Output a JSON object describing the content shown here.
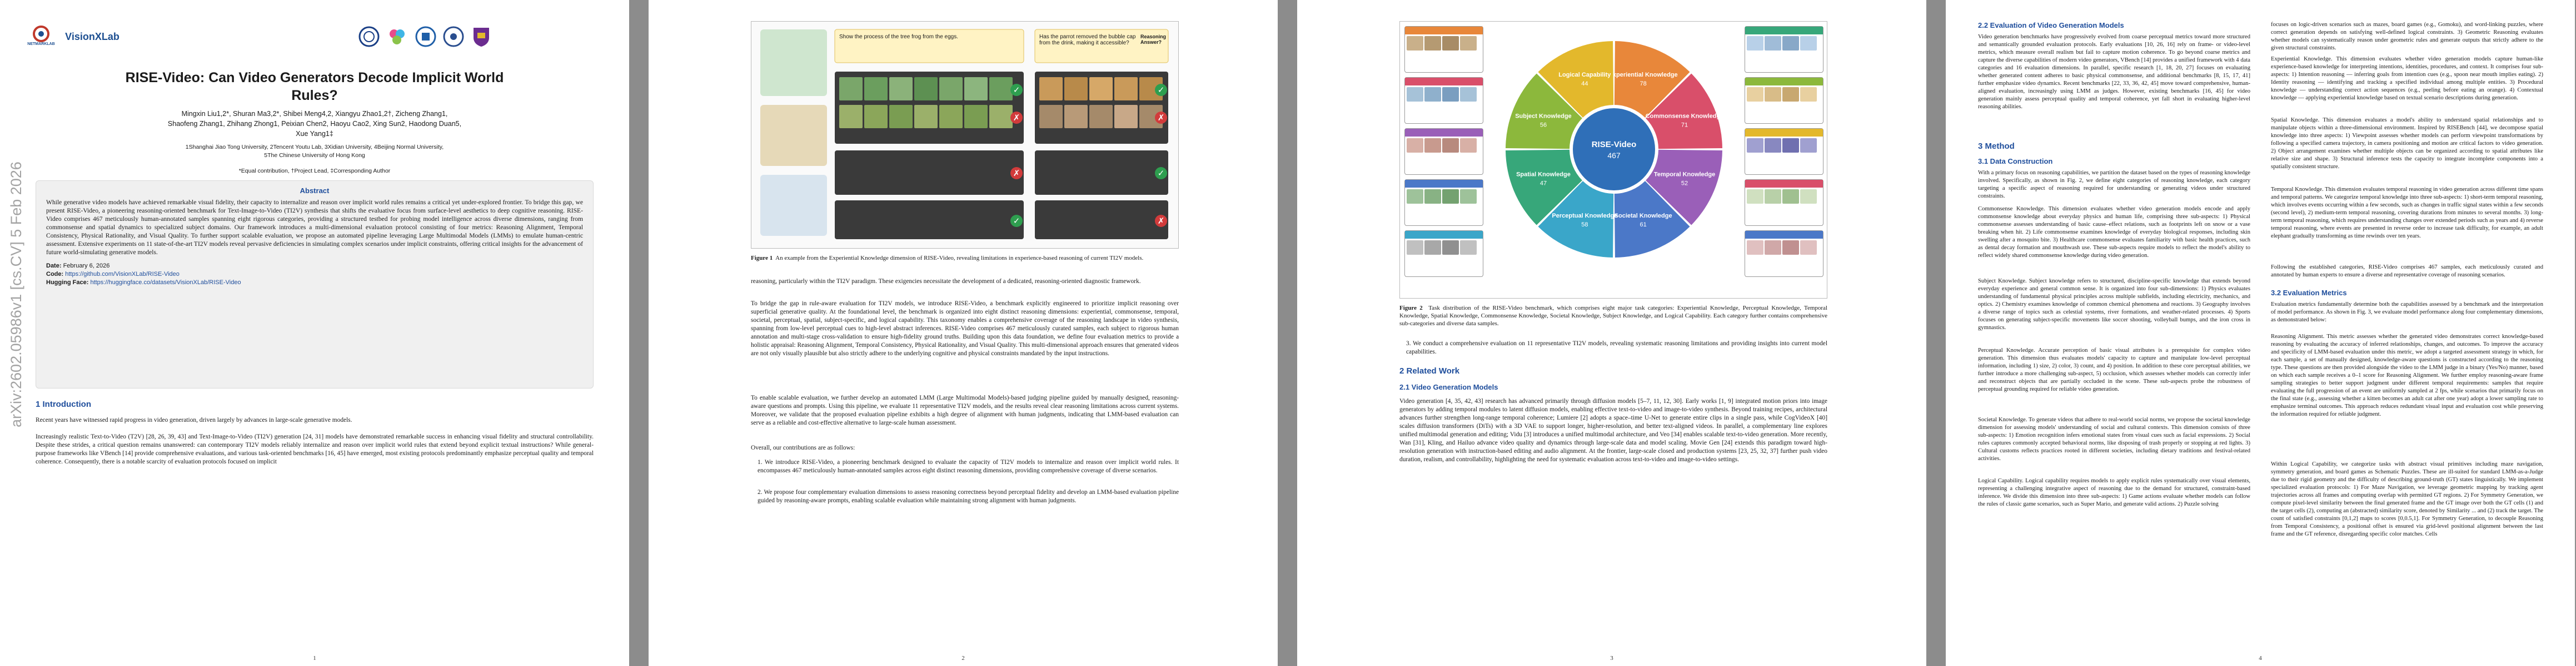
{
  "arxiv_id": "arXiv:2602.05986v1  [cs.CV]  5 Feb 2026",
  "logos": {
    "left1": "NETMARKLAB",
    "left2": "VisionXLab"
  },
  "paper": {
    "title_line1": "RISE-Video:  Can Video Generators Decode Implicit World",
    "title_line2": "Rules?",
    "authors_line1": "Mingxin Liu1,2*, Shuran Ma3,2*, Shibei Meng4,2, Xiangyu Zhao1,2†, Zicheng Zhang1,",
    "authors_line2": "Shaofeng Zhang1, Zhihang Zhong1, Peixian Chen2, Haoyu Cao2, Xing Sun2, Haodong Duan5,",
    "authors_line3": "Xue Yang1‡",
    "affil_line1": "1Shanghai Jiao Tong University, 2Tencent Youtu Lab, 3Xidian University, 4Beijing Normal University,",
    "affil_line2": "5The Chinese University of Hong Kong",
    "notes": "*Equal contribution, †Project Lead, ‡Corresponding Author"
  },
  "abstract": {
    "heading": "Abstract",
    "body": "While generative video models have achieved remarkable visual fidelity, their capacity to internalize and reason over implicit world rules remains a critical yet under-explored frontier. To bridge this gap, we present RISE-Video, a pioneering reasoning-oriented benchmark for Text-Image-to-Video (TI2V) synthesis that shifts the evaluative focus from surface-level aesthetics to deep cognitive reasoning. RISE-Video comprises 467 meticulously human-annotated samples spanning eight rigorous categories, providing a structured testbed for probing model intelligence across diverse dimensions, ranging from commonsense and spatial dynamics to specialized subject domains. Our framework introduces a multi-dimensional evaluation protocol consisting of four metrics: Reasoning Alignment, Temporal Consistency, Physical Rationality, and Visual Quality. To further support scalable evaluation, we propose an automated pipeline leveraging Large Multimodal Models (LMMs) to emulate human-centric assessment. Extensive experiments on 11 state-of-the-art TI2V models reveal pervasive deficiencies in simulating complex scenarios under implicit constraints, offering critical insights for the advancement of future world-simulating generative models.",
    "date_label": "Date:",
    "date": "February 6, 2026",
    "code_label": "Code:",
    "code": "https://github.com/VisionXLab/RISE-Video",
    "hf_label": "Hugging Face:",
    "hf": "https://huggingface.co/datasets/VisionXLab/RISE-Video"
  },
  "page1": {
    "intro_heading": "1   Introduction",
    "intro_p1": "Recent years have witnessed rapid progress in video generation, driven largely by advances in large-scale generative models.",
    "intro_p2": "Increasingly realistic Text-to-Video (T2V) [28, 26, 39, 43] and Text-Image-to-Video (TI2V) generation [24, 31] models have demonstrated remarkable success in enhancing visual fidelity and structural controllability. Despite these strides, a critical question remains unanswered: can contemporary TI2V models reliably internalize and reason over implicit world rules that extend beyond explicit textual instructions? While general-purpose frameworks like VBench [14] provide comprehensive evaluations, and various task-oriented benchmarks [16, 45] have emerged, most existing protocols predominantly emphasize perceptual quality and temporal coherence. Consequently, there is a notable scarcity of evaluation protocols focused on implicit",
    "page_number": "1"
  },
  "page2": {
    "fig1_caption_label": "Figure 1",
    "fig1_caption": "An example from the Experiential Knowledge dimension of RISE-Video, revealing limitations in experience-based reasoning of current TI2V models.",
    "fig1_instr_a": "Show the process of the tree frog from the eggs.",
    "fig1_instr_b": "Has the parrot removed the bubble cap from the drink, making it accessible?",
    "fig1_instr_c": "Reasoning Answer?",
    "p1": "reasoning, particularly within the TI2V paradigm. These exigencies necessitate the development of a dedicated, reasoning-oriented diagnostic framework.",
    "p2": "To bridge the gap in rule-aware evaluation for TI2V models, we introduce RISE-Video, a benchmark explicitly engineered to prioritize implicit reasoning over superficial generative quality. At the foundational level, the benchmark is organized into eight distinct reasoning dimensions: experiential, commonsense, temporal, societal, perceptual, spatial, subject-specific, and logical capability. This taxonomy enables a comprehensive coverage of the reasoning landscape in video synthesis, spanning from low-level perceptual cues to high-level abstract inferences. RISE-Video comprises 467 meticulously curated samples, each subject to rigorous human annotation and multi-stage cross-validation to ensure high-fidelity ground truths. Building upon this data foundation, we define four evaluation metrics to provide a holistic appraisal: Reasoning Alignment, Temporal Consistency, Physical Rationality, and Visual Quality. This multi-dimensional approach ensures that generated videos are not only visually plausible but also strictly adhere to the underlying cognitive and physical constraints mandated by the input instructions.",
    "p3": "To enable scalable evaluation, we further develop an automated LMM (Large Multimodal Models)-based judging pipeline guided by manually designed, reasoning-aware questions and prompts. Using this pipeline, we evaluate 11 representative TI2V models, and the results reveal clear reasoning limitations across current systems. Moreover, we validate that the proposed evaluation pipeline exhibits a high degree of alignment with human judgments, indicating that LMM-based evaluation can serve as a reliable and cost-effective alternative to large-scale human assessment.",
    "p4": "Overall, our contributions are as follows:",
    "b1": "1.  We introduce RISE-Video, a pioneering benchmark designed to evaluate the capacity of TI2V models to internalize and reason over implicit world rules. It encompasses 467 meticulously human-annotated samples across eight distinct reasoning dimensions, providing comprehensive coverage of diverse scenarios.",
    "b2": "2.  We propose four complementary evaluation dimensions to assess reasoning correctness beyond perceptual fidelity and develop an LMM-based evaluation pipeline guided by reasoning-aware prompts, enabling scalable evaluation while maintaining strong alignment with human judgments.",
    "page_number": "2"
  },
  "page3": {
    "fig2_center_title": "RISE-Video",
    "fig2_center_count": "467",
    "wheel": [
      {
        "name": "Experiential Knowledge",
        "count": "78",
        "color": "#e8873a"
      },
      {
        "name": "Commonsense Knowledge",
        "count": "71",
        "color": "#d94f6a"
      },
      {
        "name": "Temporal Knowledge",
        "count": "52",
        "color": "#9a5fb8"
      },
      {
        "name": "Societal Knowledge",
        "count": "61",
        "color": "#4b78c8"
      },
      {
        "name": "Perceptual Knowledge",
        "count": "58",
        "color": "#3aa6c9"
      },
      {
        "name": "Spatial Knowledge",
        "count": "47",
        "color": "#37a77a"
      },
      {
        "name": "Subject Knowledge",
        "count": "56",
        "color": "#8cb83c"
      },
      {
        "name": "Logical Capability",
        "count": "44",
        "color": "#e3b82c"
      }
    ],
    "fig2_caption_label": "Figure 2",
    "fig2_caption": "Task distribution of the RISE-Video benchmark, which comprises eight major task categories: Experiential Knowledge, Perceptual Knowledge, Temporal Knowledge, Spatial Knowledge, Commonsense Knowledge, Societal Knowledge, Subject Knowledge, and Logical Capability. Each category further contains comprehensive sub-categories and diverse data samples.",
    "b3": "3.  We conduct a comprehensive evaluation on 11 representative TI2V models, revealing systematic reasoning limitations and providing insights into current model capabilities.",
    "related_heading": "2   Related Work",
    "sub21": "2.1   Video Generation Models",
    "rw_p1": "Video generation [4, 35, 42, 43] research has advanced primarily through diffusion models [5–7, 11, 12, 30]. Early works [1, 9] integrated motion priors into image generators by adding temporal modules to latent diffusion models, enabling effective text-to-video and image-to-video synthesis. Beyond training recipes, architectural advances further strengthen long-range temporal coherence; Lumiere [2] adopts a space–time U-Net to generate entire clips in a single pass, while CogVideoX [40] scales diffusion transformers (DiTs) with a 3D VAE to support longer, higher-resolution, and better text-aligned videos. In parallel, a complementary line explores unified multimodal generation and editing; Vidu [3] introduces a unified multimodal architecture, and Veo [34] enables scalable text-to-video generation. More recently, Wan [31], Kling, and Hailuo advance video quality and dynamics through large-scale data and model scaling. Movie Gen [24] extends this paradigm toward high-resolution generation with instruction-based editing and audio alignment. At the frontier, large-scale closed and production systems [23, 25, 32, 37] further push video duration, realism, and controllability, highlighting the need for systematic evaluation across text-to-video and image-to-video settings.",
    "page_number": "3"
  },
  "page4": {
    "sub22": "2.2   Evaluation of Video Generation Models",
    "c1_p1": "Video generation benchmarks have progressively evolved from coarse perceptual metrics toward more structured and semantically grounded evaluation protocols. Early evaluations [10, 26, 16] rely on frame- or video-level metrics, which measure overall realism but fail to capture motion coherence. To go beyond coarse metrics and capture the diverse capabilities of modern video generators, VBench [14] provides a unified framework with 4 data categories and 16 evaluation dimensions. In parallel, specific research [1, 18, 20, 27] focuses on evaluating whether generated content adheres to basic physical commonsense, and additional benchmarks [8, 15, 17, 41] further emphasize video dynamics. Recent benchmarks [22, 33, 36, 42, 45] move toward comprehensive, human-aligned evaluation, increasingly using LMM as judges. However, existing benchmarks [16, 45] for video generation mainly assess perceptual quality and temporal coherence, yet fall short in evaluating higher-level reasoning abilities.",
    "method_heading": "3   Method",
    "sub31": "3.1   Data Construction",
    "c1_p2": "With a primary focus on reasoning capabilities, we partition the dataset based on the types of reasoning knowledge involved. Specifically, as shown in Fig. 2, we define eight categories of reasoning knowledge, each category targeting a specific aspect of reasoning required for understanding or generating videos under structured constraints.",
    "c1_p3": "Commonsense Knowledge. This dimension evaluates whether video generation models encode and apply commonsense knowledge about everyday physics and human life, comprising three sub-aspects: 1) Physical commonsense assesses understanding of basic cause–effect relations, such as footprints left on snow or a vase breaking when hit. 2) Life commonsense examines knowledge of everyday biological responses, including skin swelling after a mosquito bite. 3) Healthcare commonsense evaluates familiarity with basic health practices, such as dental decay formation and mouthwash use. These sub-aspects require models to reflect the model's ability to reflect widely shared commonsense knowledge during video generation.",
    "c1_p4": "Subject Knowledge. Subject knowledge refers to structured, discipline-specific knowledge that extends beyond everyday experience and general common sense. It is organized into four sub-dimensions: 1) Physics evaluates understanding of fundamental physical principles across multiple subfields, including electricity, mechanics, and optics. 2) Chemistry examines knowledge of common chemical phenomena and reactions. 3) Geography involves a diverse range of topics such as celestial systems, river formations, and weather-related processes. 4) Sports focuses on generating subject-specific movements like soccer shooting, volleyball bumps, and the iron cross in gymnastics.",
    "c1_p5": "Perceptual Knowledge. Accurate perception of basic visual attributes is a prerequisite for complex video generation. This dimension thus evaluates models' capacity to capture and manipulate low-level perceptual information, including 1) size, 2) color, 3) count, and 4) position. In addition to these core perceptual abilities, we further introduce a more challenging sub-aspect, 5) occlusion, which assesses whether models can correctly infer and reconstruct objects that are partially occluded in the scene. These sub-aspects probe the robustness of perceptual grounding required for reliable video generation.",
    "c1_p6": "Societal Knowledge. To generate videos that adhere to real-world social norms, we propose the societal knowledge dimension for assessing models' understanding of social and cultural contexts. This dimension consists of three sub-aspects: 1) Emotion recognition infers emotional states from visual cues such as facial expressions. 2) Social rules captures commonly accepted behavioral norms, like disposing of trash properly or stopping at red lights. 3) Cultural customs reflects practices rooted in different societies, including dietary traditions and festival-related activities.",
    "c1_p7": "Logical Capability. Logical capability requires models to apply explicit rules systematically over visual elements, representing a challenging integrative aspect of reasoning due to the demand for structured, constraint-based inference. We divide this dimension into three sub-aspects: 1) Game actions evaluate whether models can follow the rules of classic game scenarios, such as Super Mario, and generate valid actions. 2) Puzzle solving",
    "c2_p1": "focuses on logic-driven scenarios such as mazes, board games (e.g., Gomoku), and word-linking puzzles, where correct generation depends on satisfying well-defined logical constraints. 3) Geometric Reasoning evaluates whether models can systematically reason under geometric rules and generate outputs that strictly adhere to the given structural constraints.",
    "c2_p2": "Experiential Knowledge. This dimension evaluates whether video generation models capture human-like experience-based knowledge for interpreting intentions, identities, procedures, and context. It comprises four sub-aspects: 1) Intention reasoning — inferring goals from intention cues (e.g., spoon near mouth implies eating). 2) Identity reasoning — identifying and tracking a specified individual among multiple entities. 3) Procedural knowledge — understanding correct action sequences (e.g., peeling before eating an orange). 4) Contextual knowledge — applying experiential knowledge based on textual scenario descriptions during generation.",
    "c2_p3": "Spatial Knowledge. This dimension evaluates a model's ability to understand spatial relationships and to manipulate objects within a three-dimensional environment. Inspired by RISEBench [44], we decompose spatial knowledge into three aspects: 1) Viewpoint assesses whether models can perform viewpoint transformations by following a specified camera trajectory, in camera positioning and motion are critical factors to video generation. 2) Object arrangement examines whether multiple objects can be organized according to spatial attributes like relative size and shape. 3) Structural inference tests the capacity to integrate incomplete components into a spatially consistent structure.",
    "c2_p4": "Temporal Knowledge. This dimension evaluates temporal reasoning in video generation across different time spans and temporal patterns. We categorize temporal knowledge into three sub-aspects: 1) short-term temporal reasoning, which involves events occurring within a few seconds, such as changes in traffic signal states within a few seconds (second level), 2) medium-term temporal reasoning, covering durations from minutes to several months. 3) long-term temporal reasoning, which requires understanding changes over extended periods such as years and 4) reverse temporal reasoning, where events are presented in reverse order to increase task difficulty, for example, an adult elephant gradually transforming as time rewinds over ten years.",
    "c2_p5": "Following the established categories, RISE-Video comprises 467 samples, each meticulously curated and annotated by human experts to ensure a diverse and representative coverage of reasoning scenarios.",
    "sub32": "3.2   Evaluation Metrics",
    "c2_p6": "Evaluation metrics fundamentally determine both the capabilities assessed by a benchmark and the interpretation of model performance. As shown in Fig. 3, we evaluate model performance along four complementary dimensions, as demonstrated below:",
    "c2_p7": "Reasoning Alignment. This metric assesses whether the generated video demonstrates correct knowledge-based reasoning by evaluating the accuracy of inferred relationships, changes, and outcomes. To improve the accuracy and specificity of LMM-based evaluation under this metric, we adopt a targeted assessment strategy in which, for each sample, a set of manually designed, knowledge-aware questions is constructed according to the reasoning type. These questions are then provided alongside the video to the LMM judge in a binary (Yes/No) manner, based on which each sample receives a 0–1 score for Reasoning Alignment. We further employ reasoning-aware frame sampling strategies to better support judgment under different temporal requirements: samples that require evaluating the full progression of an event are uniformly sampled at 2 fps, while scenarios that primarily focus on the final state (e.g., assessing whether a kitten becomes an adult cat after one year) adopt a lower sampling rate to emphasize terminal outcomes. This approach reduces redundant visual input and evaluation cost while preserving the information required for reliable judgment.",
    "c2_p8": "Within Logical Capability, we categorize tasks with abstract visual primitives including maze navigation, symmetry generation, and board games as Schematic Puzzles. These are ill-suited for standard LMM-as-a-Judge due to their rigid geometry and the difficulty of describing ground-truth (GT) states linguistically. We implement specialized evaluation protocols: 1) For Maze Navigation, we leverage geometric mapping by tracking agent trajectories across all frames and computing overlap with permitted GT regions. 2) For Symmetry Generation, we compute pixel-level similarity between the final generated frame and the GT image over both the GT cells (1) and the target cells (2), computing an (abstracted) similarity score, denoted by Similarity ... and (2) track the target. The count of satisfied constraints [0,1,2] maps to scores [0,0.5,1]. For Symmetry Generation, to decouple Reasoning from Temporal Consistency, a positional offset is ensured via grid-level positional alignment between the last frame and the GT reference, disregarding specific color matches. Cells",
    "page_number": "4"
  }
}
